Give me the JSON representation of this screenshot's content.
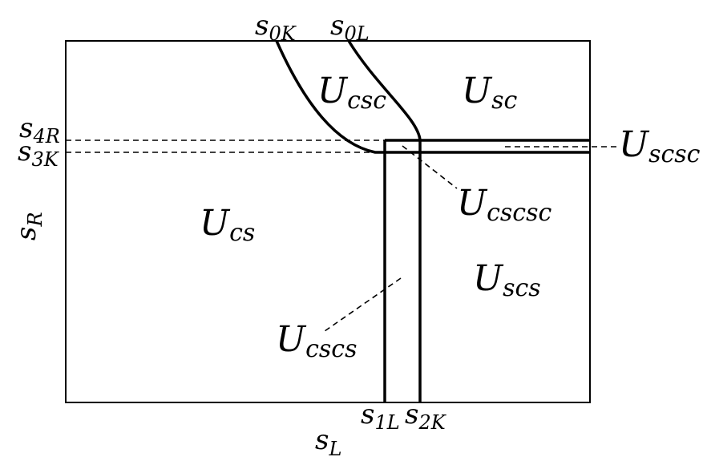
{
  "axes": {
    "x_label": {
      "main": "s",
      "sub": "L"
    },
    "y_label": {
      "main": "s",
      "sub": "R"
    }
  },
  "ticks": {
    "s0K": {
      "main": "s",
      "sub": "0K"
    },
    "s0L": {
      "main": "s",
      "sub": "0L"
    },
    "s4R": {
      "main": "s",
      "sub": "4R"
    },
    "s3K": {
      "main": "s",
      "sub": "3K"
    },
    "s1L": {
      "main": "s",
      "sub": "1L"
    },
    "s2K": {
      "main": "s",
      "sub": "2K"
    }
  },
  "regions": {
    "csc": {
      "main": "U",
      "sub": "csc"
    },
    "sc": {
      "main": "U",
      "sub": "sc"
    },
    "scsc": {
      "main": "U",
      "sub": "scsc"
    },
    "cs": {
      "main": "U",
      "sub": "cs"
    },
    "cscsc": {
      "main": "U",
      "sub": "cscsc"
    },
    "scs": {
      "main": "U",
      "sub": "scs"
    },
    "cscs": {
      "main": "U",
      "sub": "cscs"
    }
  }
}
